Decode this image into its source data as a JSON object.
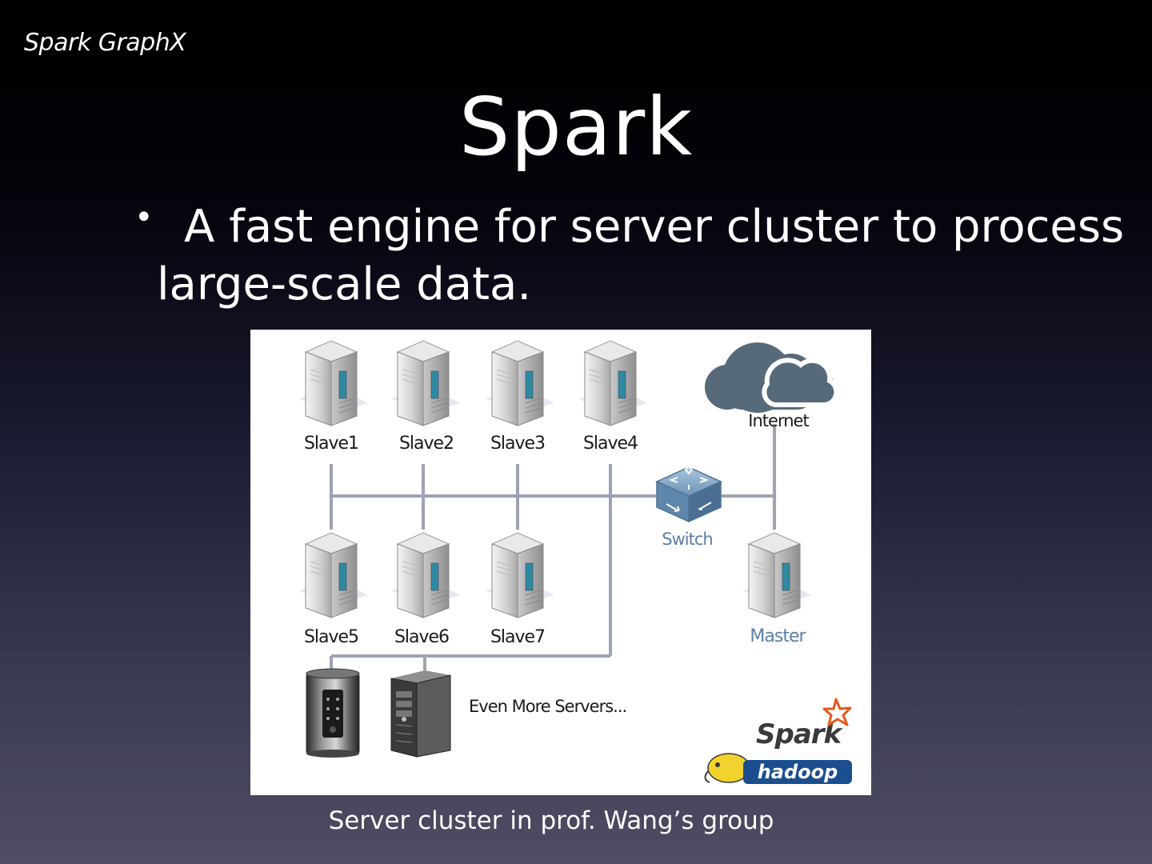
{
  "header": {
    "label": "Spark GraphX"
  },
  "slide": {
    "title": "Spark",
    "bullet_line1": "A fast engine for server cluster to process",
    "bullet_line2": "large-scale data."
  },
  "diagram": {
    "nodes": {
      "slave1": "Slave1",
      "slave2": "Slave2",
      "slave3": "Slave3",
      "slave4": "Slave4",
      "slave5": "Slave5",
      "slave6": "Slave6",
      "slave7": "Slave7",
      "internet": "Internet",
      "switch": "Switch",
      "master": "Master"
    },
    "more_servers": "Even More Servers...",
    "logo_spark": "Spark",
    "logo_hadoop": "hadoop",
    "colors": {
      "line": "#9ea3b3",
      "cloud": "#566a7a",
      "switch": "#6b90b3",
      "label": "#1a1a1a",
      "accent_label": "#5a7fa5"
    }
  },
  "caption": "Server cluster in prof. Wang’s group"
}
